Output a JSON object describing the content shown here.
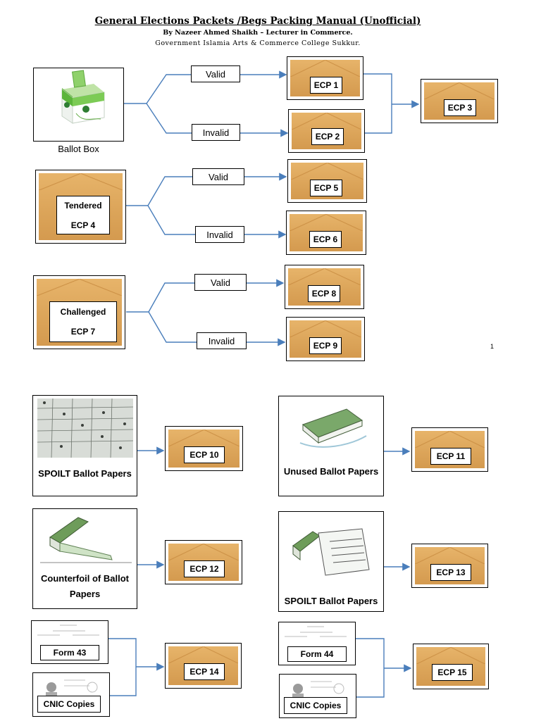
{
  "header": {
    "title": "General Elections Packets /Begs Packing Manual (Unofficial)",
    "author": "By Nazeer Ahmed Shaikh – Lecturer in Commerce.",
    "college": "Government Islamia Arts & Commerce College Sukkur."
  },
  "ballot_box": {
    "caption": "Ballot Box"
  },
  "tags": {
    "valid": "Valid",
    "invalid": "Invalid"
  },
  "envelopes": {
    "ecp1": "ECP 1",
    "ecp2": "ECP 2",
    "ecp3": "ECP 3",
    "ecp4": "ECP 4",
    "ecp5": "ECP 5",
    "ecp6": "ECP 6",
    "ecp7": "ECP 7",
    "ecp8": "ECP 8",
    "ecp9": "ECP 9",
    "ecp10": "ECP 10",
    "ecp11": "ECP 11",
    "ecp12": "ECP 12",
    "ecp13": "ECP 13",
    "ecp14": "ECP 14",
    "ecp15": "ECP 15"
  },
  "tendered": {
    "title": "Tendered",
    "code": "ECP 4"
  },
  "challenged": {
    "title": "Challenged",
    "code": "ECP 7"
  },
  "page_number": "1",
  "items": {
    "spoilt1": "SPOILT Ballot Papers",
    "unused": "Unused Ballot Papers",
    "counterfoil_line1": "Counterfoil of Ballot",
    "counterfoil_line2": "Papers",
    "spoilt2": "SPOILT Ballot Papers",
    "form43": "Form 43",
    "form44": "Form 44",
    "cnic": "CNIC Copies"
  }
}
